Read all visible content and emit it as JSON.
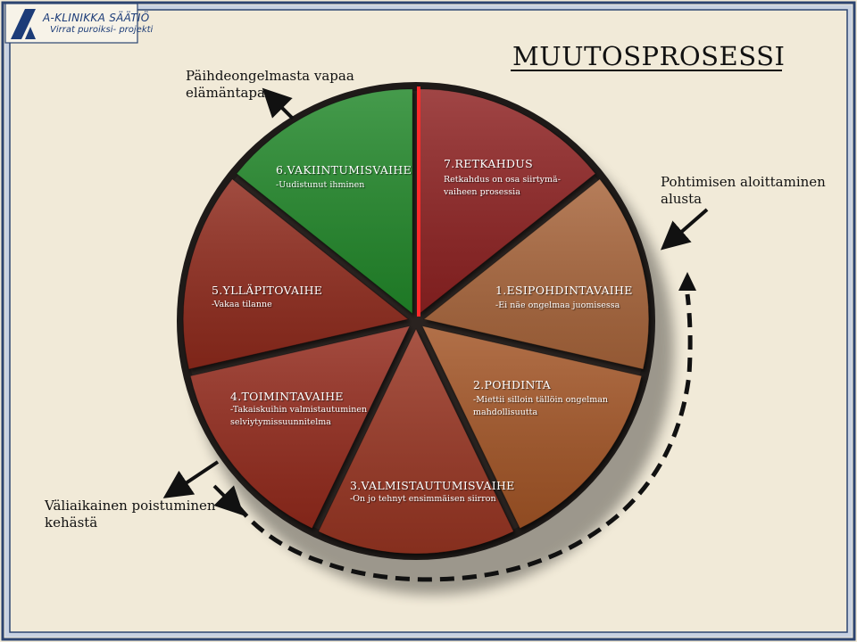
{
  "logo": {
    "title": "A-KLINIKKA SÄÄTIÖ",
    "subtitle": "Virrat puroiksi- projekti"
  },
  "title": "MUUTOSPROSESSI",
  "labels": {
    "top_left": [
      "Päihdeongelmasta vapaa",
      "elämäntapa"
    ],
    "right": [
      "Pohtimisen aloittaminen",
      "alusta"
    ],
    "bottom_left": [
      "Väliaikainen poistuminen",
      "kehästä"
    ]
  },
  "segments": [
    {
      "title": "7.RETKAHDUS",
      "desc": [
        "Retkahdus on osa siirtymä-",
        "vaiheen prosessia"
      ],
      "color": "#8e2420"
    },
    {
      "title": "1.ESIPOHDINTAVAIHE",
      "desc": [
        "-Ei näe ongelmaa juomisessa"
      ],
      "color": "#a8653a"
    },
    {
      "title": "2.POHDINTA",
      "desc": [
        "-Miettii silloin tällöin ongelman",
        "mahdollisuutta"
      ],
      "color": "#a35527"
    },
    {
      "title": "3.VALMISTAUTUMISVAIHE",
      "desc": [
        "-On jo tehnyt ensimmäisen siirron"
      ],
      "color": "#983623"
    },
    {
      "title": "4.TOIMINTAVAIHE",
      "desc": [
        "-Takaiskuihin valmistautuminen",
        "selviytymissuunnitelma"
      ],
      "color": "#932b1e"
    },
    {
      "title": "5.YLLÄPITOVAIHE",
      "desc": [
        "-Vakaa tilanne"
      ],
      "color": "#8f2a1e"
    },
    {
      "title": "6.VAKIINTUMISVAIHE",
      "desc": [
        "-Uudistunut ihminen"
      ],
      "color": "#24882b"
    }
  ],
  "colors": {
    "background": "#f1ead8",
    "frame_dark": "#2c4470",
    "frame_light": "#c8d2e2",
    "disc_rim": "#1e1a18",
    "relapse_line": "#ff2a2a",
    "logo_blue": "#1c3c78"
  }
}
